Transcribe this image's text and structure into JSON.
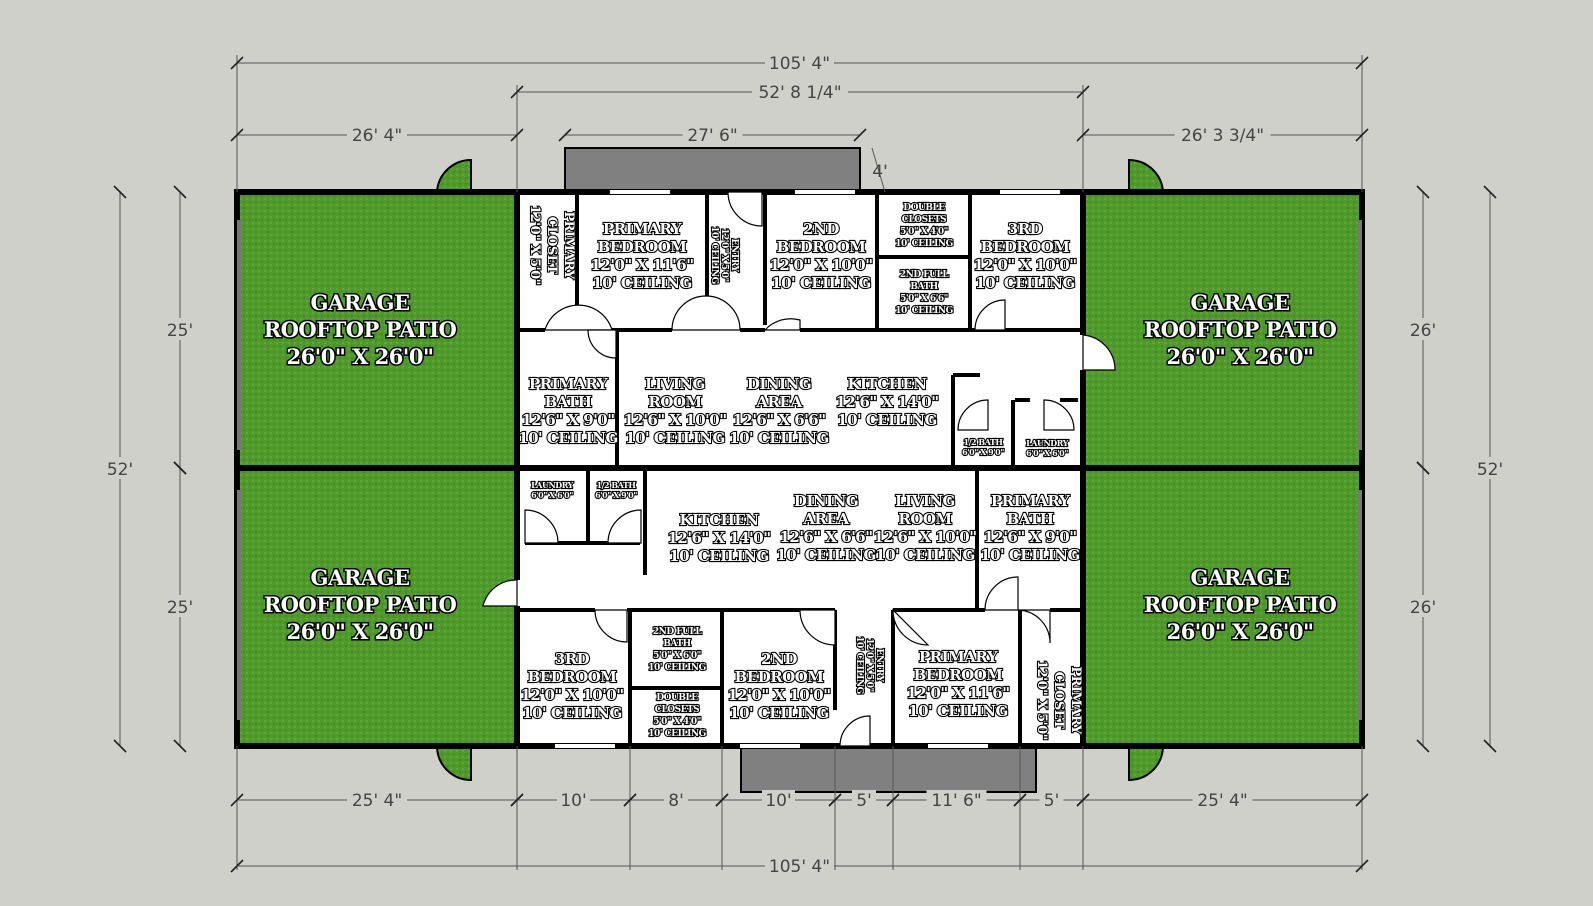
{
  "colors": {
    "background": "#d0d0cb",
    "patio": "#4f9a2a",
    "porch": "#808080",
    "wall": "#000000",
    "room": "#ffffff"
  },
  "dimensions": {
    "top": {
      "overall": "105' 4\"",
      "center": "52' 8 1/4\"",
      "left_garage": "26' 4\"",
      "porch": "27' 6\"",
      "right_garage": "26' 3 3/4\"",
      "porch_depth": "4'"
    },
    "left": {
      "upper": "25'",
      "lower": "25'",
      "overall": "52'"
    },
    "right": {
      "upper": "26'",
      "lower": "26'",
      "overall": "52'"
    },
    "bottom": {
      "segments": [
        "25' 4\"",
        "10'",
        "8'",
        "10'",
        "5'",
        "11' 6\"",
        "5'",
        "25' 4\""
      ],
      "overall": "105' 4\""
    }
  },
  "garages": [
    {
      "lines": [
        "GARAGE",
        "ROOFTOP PATIO",
        "26'0\" X 26'0\""
      ]
    },
    {
      "lines": [
        "GARAGE",
        "ROOFTOP PATIO",
        "26'0\" X 26'0\""
      ]
    },
    {
      "lines": [
        "GARAGE",
        "ROOFTOP PATIO",
        "26'0\" X 26'0\""
      ]
    },
    {
      "lines": [
        "GARAGE",
        "ROOFTOP PATIO",
        "26'0\" X 26'0\""
      ]
    }
  ],
  "rooms": [
    {
      "lines": [
        "PRIMARY",
        "CLOSET",
        "12'0\" X 5'0\""
      ]
    },
    {
      "lines": [
        "PRIMARY",
        "BEDROOM",
        "12'0\" X 11'6\"",
        "10' CEILING"
      ]
    },
    {
      "lines": [
        "ENTRY",
        "12'0\" X 5'0\"",
        "10' CEILING"
      ]
    },
    {
      "lines": [
        "2ND",
        "BEDROOM",
        "12'0\" X 10'0\"",
        "10' CEILING"
      ]
    },
    {
      "lines": [
        "DOUBLE",
        "CLOSETS",
        "5'0\" X 4'0\"",
        "10' CEILING"
      ]
    },
    {
      "lines": [
        "2ND FULL",
        "BATH",
        "5'0\" X 6'6\"",
        "10' CEILING"
      ]
    },
    {
      "lines": [
        "3RD",
        "BEDROOM",
        "12'0\" X 10'0\"",
        "10' CEILING"
      ]
    },
    {
      "lines": [
        "PRIMARY",
        "BATH",
        "12'6\" X 9'0\"",
        "10' CEILING"
      ]
    },
    {
      "lines": [
        "LIVING",
        "ROOM",
        "12'6\" X 10'0\"",
        "10' CEILING"
      ]
    },
    {
      "lines": [
        "DINING",
        "AREA",
        "12'6\" X 6'6\"",
        "10' CEILING"
      ]
    },
    {
      "lines": [
        "KITCHEN",
        "12'6\" X 14'0\"",
        "10' CEILING"
      ]
    },
    {
      "lines": [
        "1/2 BATH",
        "6'0\" X 9'0\""
      ]
    },
    {
      "lines": [
        "LAUNDRY",
        "6'0\" X 6'0\""
      ]
    },
    {
      "lines": [
        "LAUNDRY",
        "6'0\" X 6'0\""
      ]
    },
    {
      "lines": [
        "1/2 BATH",
        "6'0\" X 9'0\""
      ]
    },
    {
      "lines": [
        "KITCHEN",
        "12'6\" X 14'0\"",
        "10' CEILING"
      ]
    },
    {
      "lines": [
        "DINING",
        "AREA",
        "12'6\" X 6'6\"",
        "10' CEILING"
      ]
    },
    {
      "lines": [
        "LIVING",
        "ROOM",
        "12'6\" X 10'0\"",
        "10' CEILING"
      ]
    },
    {
      "lines": [
        "PRIMARY",
        "BATH",
        "12'6\" X 9'0\"",
        "10' CEILING"
      ]
    },
    {
      "lines": [
        "3RD",
        "BEDROOM",
        "12'0\" X 10'0\"",
        "10' CEILING"
      ]
    },
    {
      "lines": [
        "2ND FULL",
        "BATH",
        "5'0\" X 6'0\"",
        "10' CEILING"
      ]
    },
    {
      "lines": [
        "DOUBLE",
        "CLOSETS",
        "5'0\" X 4'0\"",
        "10' CEILING"
      ]
    },
    {
      "lines": [
        "2ND",
        "BEDROOM",
        "12'0\" X 10'0\"",
        "10' CEILING"
      ]
    },
    {
      "lines": [
        "ENTRY",
        "12'0\" X 5'0\"",
        "10' CEILING"
      ]
    },
    {
      "lines": [
        "PRIMARY",
        "BEDROOM",
        "12'0\" X 11'6\"",
        "10' CEILING"
      ]
    },
    {
      "lines": [
        "PRIMARY",
        "CLOSET",
        "12'0\" X 5'0\""
      ]
    }
  ]
}
